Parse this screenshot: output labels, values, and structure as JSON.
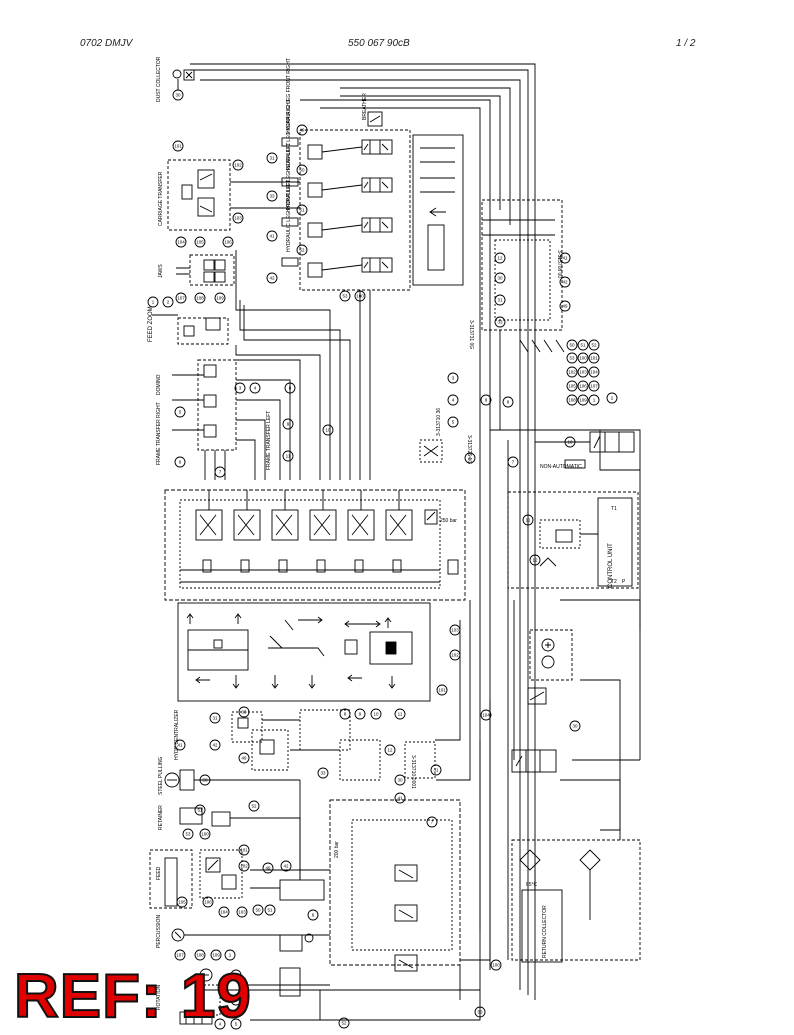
{
  "header": {
    "left": "0702 DMJV",
    "center": "550 067 90cB",
    "right": "1 /  2"
  },
  "labels": {
    "dust_collector": "DUST COLLECTOR",
    "carriage_transfer": "CARRIAGE TRANSFER",
    "jaws": "JAWS",
    "feed_zoom": "FEED ZOOM",
    "domino": "DOMINO",
    "frame_transfer_right": "FRAME TRANSFER RIGHT",
    "frame_transfer_left": "FRAME TRANSFER LEFT",
    "hydr_centralizer": "HYDR CENTRALIZER",
    "steel_pulling": "STEEL PULLING",
    "retainer": "RETAINER",
    "feed": "FEED",
    "percussion": "PERCUSSION",
    "rotation": "ROTATION",
    "control_unit": "CONTROL UNIT",
    "return_collector": "RETURN COLLECTOR",
    "hydr_leg_front_right": "HYDRAULIC LEG FRONT RIGHT",
    "hydr_leg_rear_right": "HYDRAULIC LEG REAR RIGHT",
    "hydr_leg_rear_left": "HYDRAULIC LEG REAR LEFT",
    "hydr_leg_front_left": "HYDRAULIC LEG FRONT LEFT",
    "breathing": "BREATHER",
    "pressure_250": "250 bar",
    "pressure_200": "200 bar",
    "part_left": "3-313731 0G",
    "part_right": "3-313708 00",
    "part_lower": "3-313710 36",
    "part_small": "3-313726 1G",
    "part_side": "3-313710-0001",
    "temp_65": "65°C",
    "t1": "T1",
    "t2": "T2",
    "p": "P",
    "non_automatic": "NON-AUTOMATIC"
  },
  "callouts": {
    "c30": "30",
    "c31": "31",
    "c33": "33",
    "c41": "41",
    "c42": "42",
    "c49": "49",
    "c50": "50",
    "c51": "51",
    "c52": "52",
    "c53": "53",
    "c100": "100",
    "c101": "101",
    "c102": "102",
    "c103": "103",
    "c104": "104",
    "c105": "105",
    "c106": "106",
    "c107": "107",
    "c108": "108",
    "c109": "109",
    "c1": "1",
    "c2": "2",
    "c3": "3",
    "c4": "4",
    "c5": "5",
    "c6": "6",
    "c7": "7",
    "c8": "8",
    "c9": "9",
    "c10": "10",
    "c11": "11",
    "c12": "12"
  },
  "ref_stamp": {
    "text": "REF: 19",
    "color": "#e00000"
  }
}
